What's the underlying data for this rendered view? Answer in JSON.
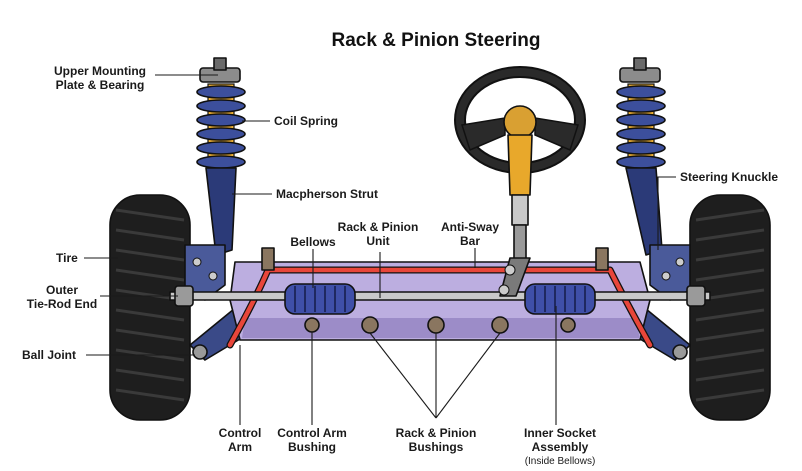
{
  "title": "Rack & Pinion Steering",
  "labels": {
    "upper_mounting_1": "Upper Mounting",
    "upper_mounting_2": "Plate & Bearing",
    "coil_spring": "Coil Spring",
    "macpherson_strut": "Macpherson Strut",
    "tire": "Tire",
    "outer_tie_rod_1": "Outer",
    "outer_tie_rod_2": "Tie-Rod End",
    "ball_joint": "Ball Joint",
    "bellows": "Bellows",
    "rack_pinion_unit_1": "Rack & Pinion",
    "rack_pinion_unit_2": "Unit",
    "anti_sway_1": "Anti-Sway",
    "anti_sway_2": "Bar",
    "steering_knuckle": "Steering Knuckle",
    "control_arm_1": "Control",
    "control_arm_2": "Arm",
    "control_arm_bushing_1": "Control Arm",
    "control_arm_bushing_2": "Bushing",
    "rp_bushings_1": "Rack & Pinion",
    "rp_bushings_2": "Bushings",
    "inner_socket_1": "Inner Socket",
    "inner_socket_2": "Assembly",
    "inner_socket_3": "(Inside Bellows)"
  },
  "colors": {
    "tire": "#1e1e1e",
    "tread": "#3a3a3a",
    "strut_blue": "#2b3a78",
    "spring_blue": "#3c4f9c",
    "spring_yellow": "#f2b233",
    "rack_lavender": "#bcaee0",
    "rack_lavender_dark": "#9c8cc8",
    "bellows_blue": "#3f4fa8",
    "sway_bar_red": "#e8463a",
    "steel": "#c9c9c9",
    "column_yellow": "#e8a82b",
    "bushing_brown": "#8a7660"
  }
}
